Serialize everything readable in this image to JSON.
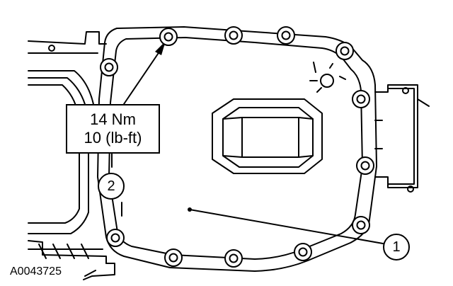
{
  "figure": {
    "id_label": "A0043725",
    "torque_spec": {
      "metric": "14 Nm",
      "imperial": "10 (lb-ft)"
    },
    "callouts": [
      {
        "number": "1"
      },
      {
        "number": "2"
      }
    ]
  },
  "colors": {
    "line": "#000000",
    "background": "#ffffff"
  }
}
